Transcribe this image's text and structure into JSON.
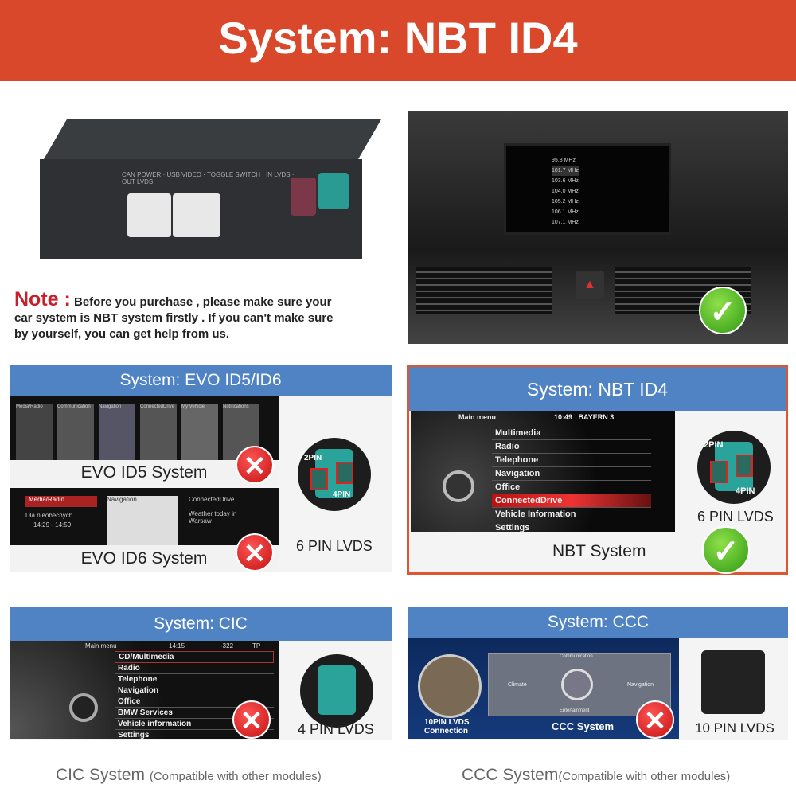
{
  "header": {
    "title": "System: NBT ID4"
  },
  "product": {
    "ports": [
      "CAN POWER",
      "USB VIDEO",
      "TOGGLE SWITCH",
      "IN LVDS",
      "OUT LVDS"
    ]
  },
  "note": {
    "label": "Note :",
    "text": "Before you purchase , please make sure your car system is NBT system firstly . If you can't make sure by yourself, you can get help from us."
  },
  "dashboard": {
    "radio_list": [
      "95.8 MHz",
      "101.7 MHz",
      "103.6 MHz",
      "104.0 MHz",
      "105.2 MHz",
      "106.1 MHz",
      "107.1 MHz"
    ],
    "status": "check"
  },
  "evo": {
    "title": "System: EVO ID5/ID6",
    "id5_tiles": [
      "Media/Radio",
      "Communication",
      "Navigation",
      "ConnectedDrive",
      "My Vehicle",
      "Notifications"
    ],
    "id5_label": "EVO ID5 System",
    "id6_items": [
      "Media/Radio",
      "Navigation",
      "ConnectedDrive"
    ],
    "id6_sub": "Dla nieobecnych",
    "id6_time": "14:29 - 14:59",
    "id6_weather": "Weather today in Warsaw",
    "id6_label": "EVO ID6 System",
    "pin2": "2PIN",
    "pin4": "4PIN",
    "lvds": "6 PIN LVDS",
    "status": "cross"
  },
  "nbt": {
    "title": "System: NBT ID4",
    "menu_title": "Main menu",
    "time": "10:49",
    "station": "BAYERN 3",
    "menu": [
      "Multimedia",
      "Radio",
      "Telephone",
      "Navigation",
      "Office",
      "ConnectedDrive",
      "Vehicle Information",
      "Settings"
    ],
    "selected": 5,
    "pin2": "2PIN",
    "pin4": "4PIN",
    "lvds": "6 PIN LVDS",
    "label": "NBT System",
    "status": "check"
  },
  "cic": {
    "title": "System: CIC",
    "menu_title": "Main menu",
    "time": "14:15",
    "temp": "-322",
    "tp": "TP",
    "menu": [
      "CD/Multimedia",
      "Radio",
      "Telephone",
      "Navigation",
      "Office",
      "BMW Services",
      "Vehicle information",
      "Settings"
    ],
    "lvds": "4 PIN LVDS",
    "caption": "CIC System",
    "caption_note": "(Compatible with other modules)",
    "status": "cross"
  },
  "ccc": {
    "title": "System: CCC",
    "conn_label": "10PIN LVDS Connection",
    "grid": [
      "Communication",
      "Climate",
      "Navigation",
      "Entertainment"
    ],
    "label": "CCC System",
    "lvds": "10 PIN LVDS",
    "caption": "CCC System",
    "caption_note": "(Compatible with other modules)",
    "status": "cross"
  },
  "colors": {
    "header": "#d9482a",
    "panel_header": "#4f83c4",
    "nbt_border": "#e0552f",
    "check": "#3aa518",
    "cross": "#d41a1a"
  }
}
